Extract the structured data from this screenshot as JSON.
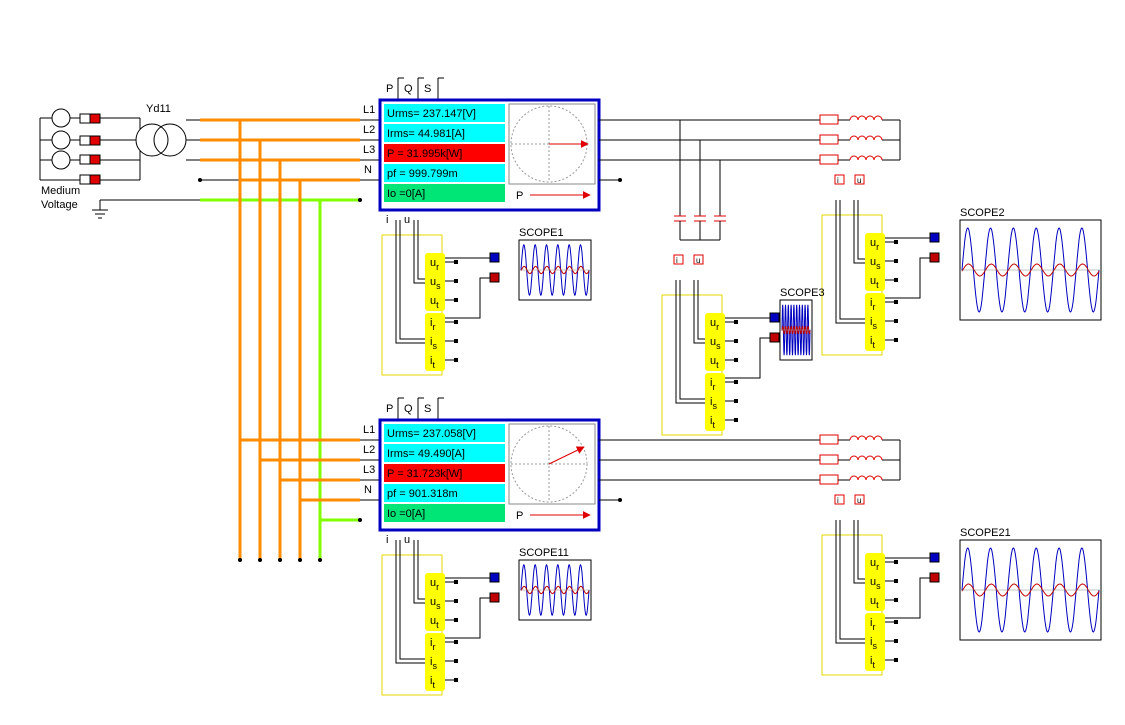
{
  "source": {
    "transformer_label": "Yd11",
    "source_label_line1": "Medium",
    "source_label_line2": "Voltage"
  },
  "colors": {
    "bus_orange": "#FF8C00",
    "neutral_green": "#7FFF00",
    "meter_cyan": "#00FFFF",
    "meter_red": "#FF0000",
    "meter_green": "#00E676",
    "meter_frame": "#0000C0",
    "probe_yellow": "#FFFF00",
    "scope_u_blue": "#0000C0",
    "scope_i_red": "#C00000"
  },
  "meters": [
    {
      "name": "meter-1",
      "top_pins": [
        "P",
        "Q",
        "S"
      ],
      "line_labels": [
        "L1",
        "L2",
        "L3",
        "N"
      ],
      "bottom_pins": [
        "i",
        "u"
      ],
      "readouts": [
        "Urms= 237.147[V]",
        "Irms= 44.981[A]",
        "P   = 31.995k[W]",
        "pf   = 999.799m",
        "Io  =0[A]"
      ],
      "phasor_label": "P"
    },
    {
      "name": "meter-2",
      "top_pins": [
        "P",
        "Q",
        "S"
      ],
      "line_labels": [
        "L1",
        "L2",
        "L3",
        "N"
      ],
      "bottom_pins": [
        "i",
        "u"
      ],
      "readouts": [
        "Urms= 237.058[V]",
        "Irms= 49.490[A]",
        "P   = 31.723k[W]",
        "pf   = 901.318m",
        "Io  =0[A]"
      ],
      "phasor_label": "P"
    }
  ],
  "probe_labels": {
    "u": [
      "u",
      "u",
      "u"
    ],
    "u_sub": [
      "r",
      "s",
      "t"
    ],
    "i": [
      "i",
      "i",
      "i"
    ],
    "i_sub": [
      "r",
      "s",
      "t"
    ]
  },
  "scopes": [
    {
      "name": "SCOPE1"
    },
    {
      "name": "SCOPE3"
    },
    {
      "name": "SCOPE2"
    },
    {
      "name": "SCOPE11"
    },
    {
      "name": "SCOPE21"
    }
  ],
  "probe_pins": {
    "i": "i",
    "u": "u"
  }
}
